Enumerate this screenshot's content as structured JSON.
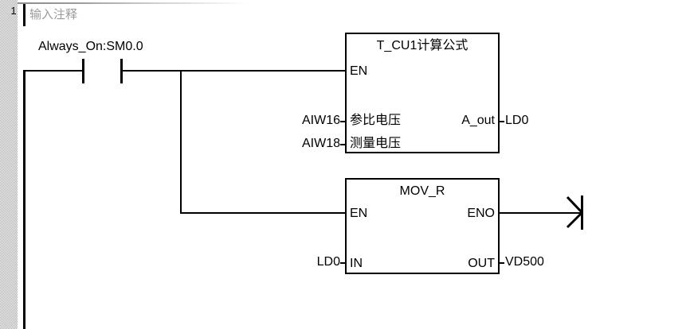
{
  "editor": {
    "network_number": "1",
    "comment": "输入注释"
  },
  "rung": {
    "contact": {
      "type": "normally-open-contact",
      "label": "Always_On:SM0.0"
    }
  },
  "blocks": [
    {
      "name": "T_CU1计算公式",
      "inputs": [
        {
          "pin": "EN",
          "operand": ""
        },
        {
          "pin": "参比电压",
          "operand": "AIW16"
        },
        {
          "pin": "测量电压",
          "operand": "AIW18"
        }
      ],
      "outputs": [
        {
          "pin": "A_out",
          "operand": "LD0"
        }
      ]
    },
    {
      "name": "MOV_R",
      "inputs": [
        {
          "pin": "EN",
          "operand": ""
        },
        {
          "pin": "IN",
          "operand": "LD0"
        }
      ],
      "outputs": [
        {
          "pin": "ENO",
          "operand": ""
        },
        {
          "pin": "OUT",
          "operand": "VD500"
        }
      ]
    }
  ],
  "colors": {
    "wire": "#000000",
    "comment_text": "#9b9b9b",
    "gutter": "#a8a8a8",
    "background": "#ffffff"
  }
}
